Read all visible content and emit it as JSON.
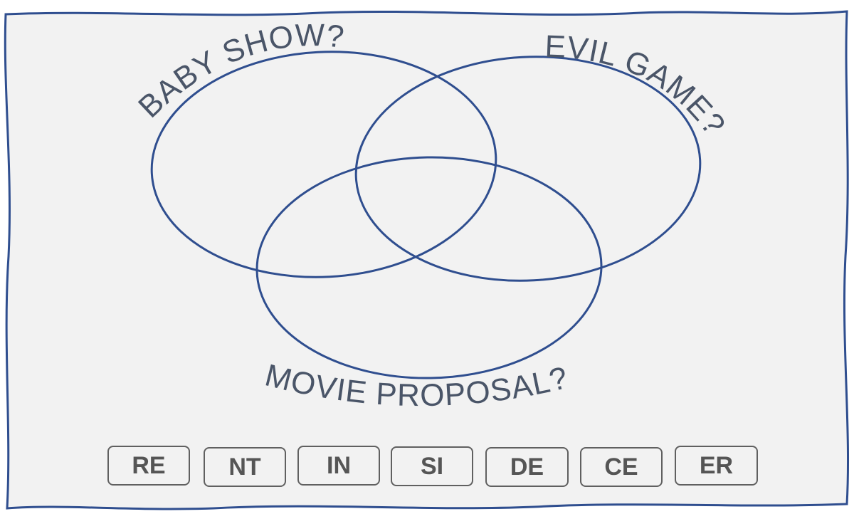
{
  "puzzle": {
    "circles": [
      {
        "id": "a",
        "label": "BABY SHOW?"
      },
      {
        "id": "b",
        "label": "EVIL GAME?"
      },
      {
        "id": "c",
        "label": "MOVIE PROPOSAL?"
      }
    ],
    "tiles": [
      "RE",
      "NT",
      "IN",
      "SI",
      "DE",
      "CE",
      "ER"
    ]
  },
  "colors": {
    "frame_stroke": "#2f4e8f",
    "board_fill": "#f2f2f2",
    "circle_stroke": "#2f4e8f",
    "label_text": "#4a5568",
    "tile_border": "#606060",
    "tile_text": "#555555"
  }
}
